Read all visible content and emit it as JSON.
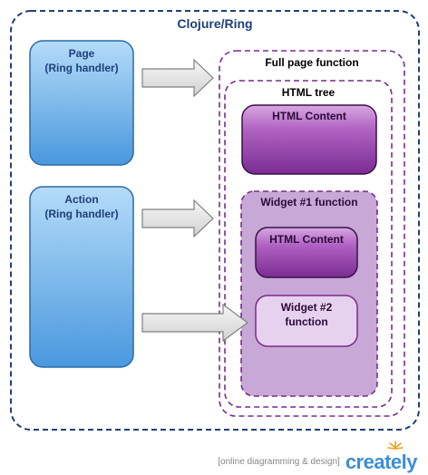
{
  "diagram": {
    "outer_title": "Clojure/Ring",
    "page_box": {
      "line1": "Page",
      "line2": "(Ring handler)"
    },
    "action_box": {
      "line1": "Action",
      "line2": "(Ring handler)"
    },
    "full_page_function": "Full page function",
    "html_tree": "HTML tree",
    "html_content_1": "HTML Content",
    "widget1": "Widget #1 function",
    "html_content_2": "HTML Content",
    "widget2": {
      "line1": "Widget #2",
      "line2": "function"
    }
  },
  "footer": {
    "tagline": "[online diagramming & design]",
    "logo": "creately"
  },
  "colors": {
    "outer_border": "#1f3f7a",
    "blue_box_top": "#a8d4f5",
    "blue_box_bottom": "#4f9de0",
    "purple_dashed": "#7a2a8e",
    "purple_dark_top": "#c07ccc",
    "purple_dark_bottom": "#7d2e94",
    "widget1_fill": "#c8a8d6",
    "widget2_fill": "#e4d0ec",
    "arrow_fill": "#e8e8e8",
    "arrow_stroke": "#808080",
    "logo": "#3b8ed8"
  }
}
